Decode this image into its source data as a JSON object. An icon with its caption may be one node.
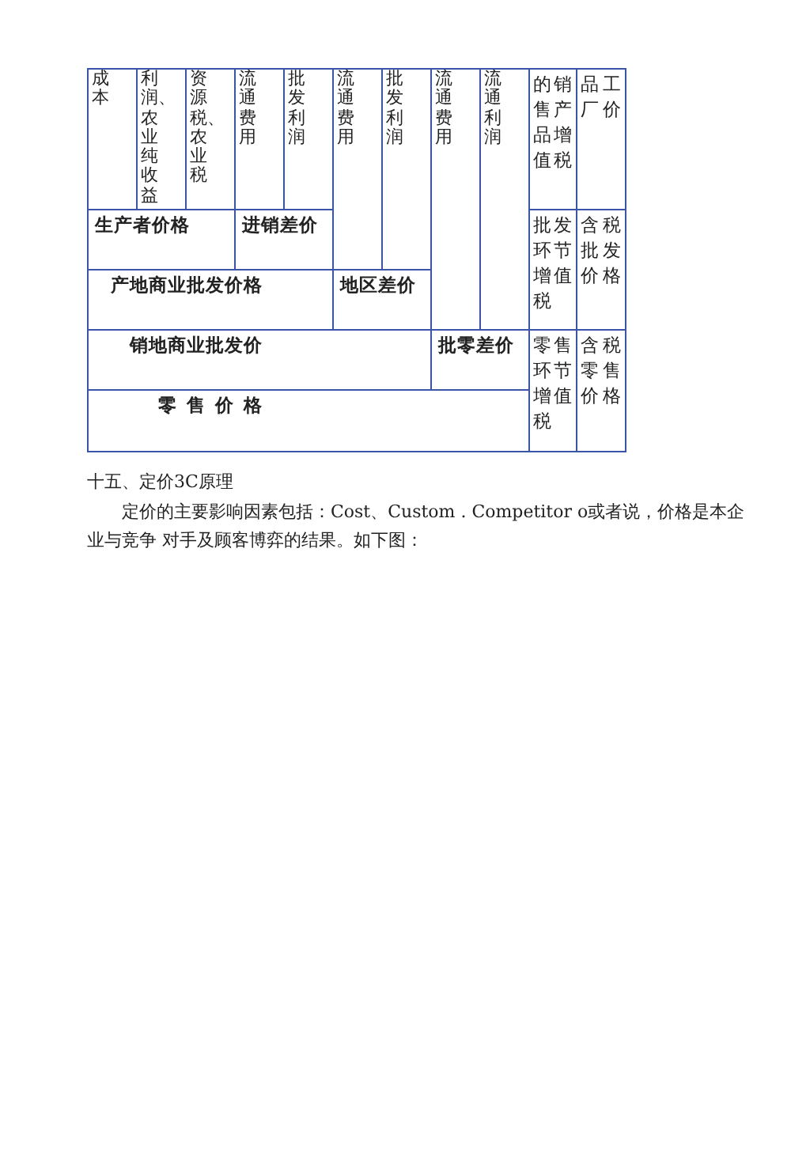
{
  "diagram": {
    "nodes": [
      {
        "text": [
          "成本"
        ]
      },
      {
        "text": [
          "利润、农业纯收益"
        ]
      },
      {
        "text": [
          "资源税、农业税"
        ]
      },
      {
        "text": [
          "流通费用"
        ]
      },
      {
        "text": [
          "批发利润"
        ]
      },
      {
        "text": [
          "流通费用"
        ]
      },
      {
        "text": [
          "批发利润"
        ]
      },
      {
        "text": [
          "流通费用"
        ]
      },
      {
        "text": [
          "流通利润"
        ]
      },
      {
        "text": [
          "的销售产品增值税"
        ]
      },
      {
        "text": [
          "品工厂价"
        ]
      },
      {
        "text": [
          "生产者价格"
        ]
      },
      {
        "text": [
          "进销差价"
        ]
      },
      {
        "text": [
          "批发环节增值税"
        ]
      },
      {
        "text": [
          "含税批发价格"
        ]
      },
      {
        "text": [
          "产地商业批发价格"
        ]
      },
      {
        "text": [
          "地区差价"
        ]
      },
      {
        "text": [
          "销地商业批发价"
        ]
      },
      {
        "text": [
          "批零差价"
        ]
      },
      {
        "text": [
          "零售环节增值税"
        ]
      },
      {
        "text": [
          "含税零售价格"
        ]
      },
      {
        "text": [
          "零售价格"
        ]
      }
    ],
    "edges": [],
    "labels": [
      "十五、定价3C原理",
      "定价的主要影响因素包括：Cost、Custom . Competitor o或者说，价格是本企业与竞争 对手及顾客博弈的结果。如下图："
    ]
  }
}
